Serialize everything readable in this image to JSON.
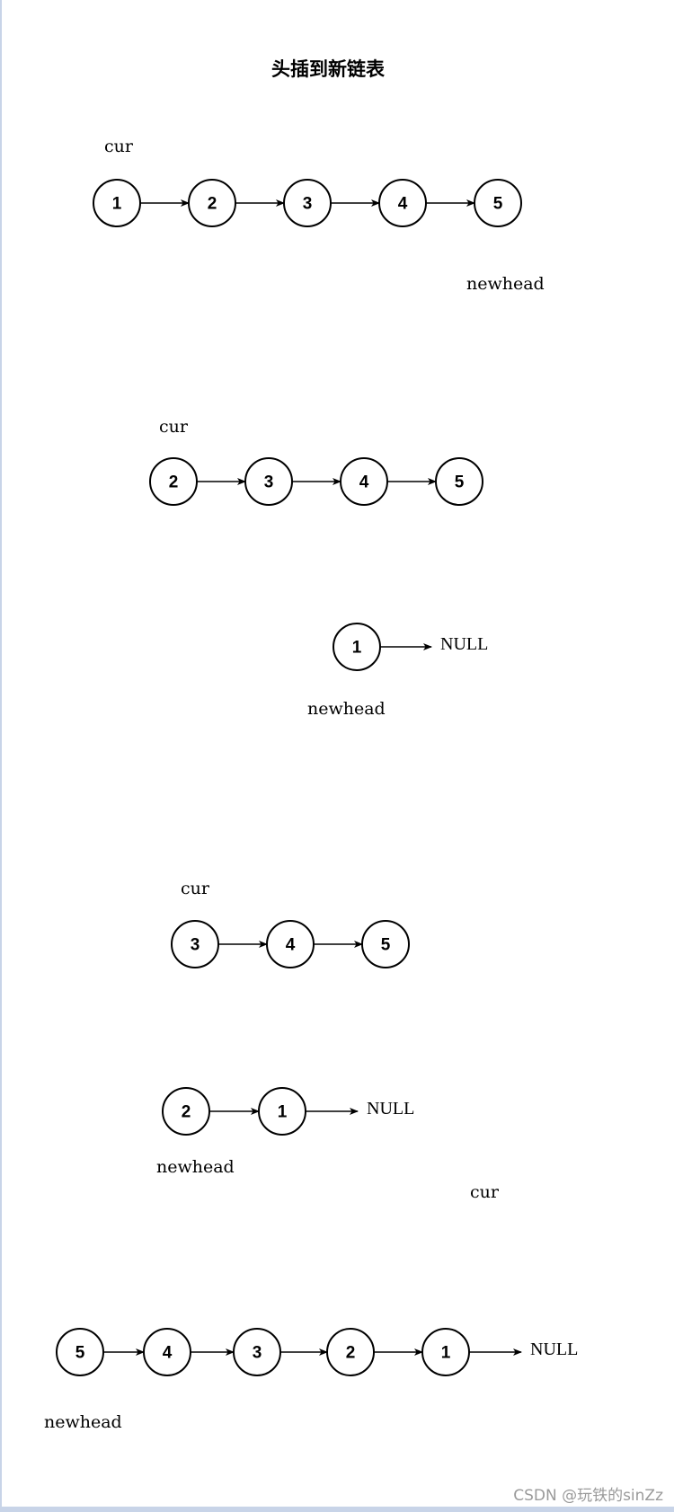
{
  "title": "头插到新链表",
  "watermark": "CSDN @玩铁的sinZz",
  "null_label": "NULL",
  "rows": [
    {
      "nodes": [
        "1",
        "2",
        "3",
        "4",
        "5"
      ],
      "labels": [
        {
          "text": "cur",
          "anchor": "above",
          "node": 0
        },
        {
          "text": "newhead",
          "anchor": "below",
          "node": 4
        }
      ],
      "null": false
    },
    {
      "nodes": [
        "2",
        "3",
        "4",
        "5"
      ],
      "labels": [
        {
          "text": "cur",
          "anchor": "above",
          "node": 0
        }
      ],
      "null": false
    },
    {
      "nodes": [
        "1"
      ],
      "labels": [
        {
          "text": "newhead",
          "anchor": "below",
          "node": 0
        }
      ],
      "null": true
    },
    {
      "nodes": [
        "3",
        "4",
        "5"
      ],
      "labels": [
        {
          "text": "cur",
          "anchor": "above",
          "node": 0
        }
      ],
      "null": false
    },
    {
      "nodes": [
        "2",
        "1"
      ],
      "labels": [
        {
          "text": "newhead",
          "anchor": "below",
          "node": 0
        },
        {
          "text": "cur",
          "anchor": "free",
          "node": -1
        }
      ],
      "null": true
    },
    {
      "nodes": [
        "5",
        "4",
        "3",
        "2",
        "1"
      ],
      "labels": [
        {
          "text": "newhead",
          "anchor": "below",
          "node": 0
        }
      ],
      "null": true
    }
  ]
}
